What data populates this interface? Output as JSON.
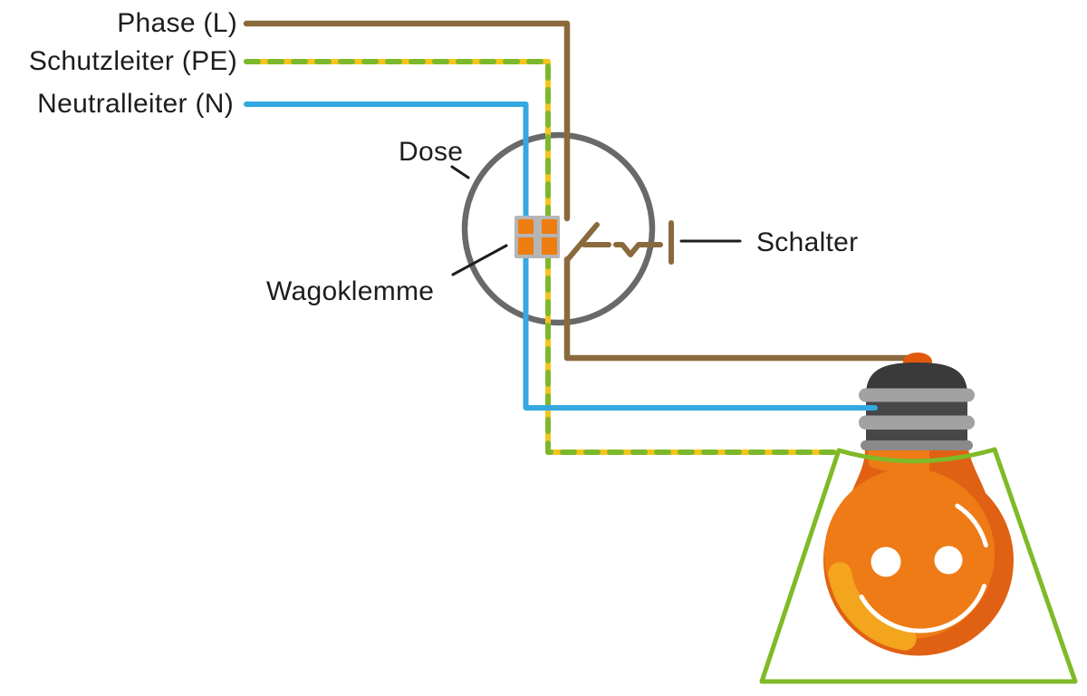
{
  "diagram": {
    "title_hint": "Wiring diagram of a lamp circuit with junction box and switch",
    "labels": {
      "phase": "Phase (L)",
      "pe": "Schutzleiter (PE)",
      "neutral": "Neutralleiter (N)",
      "box": "Dose",
      "clamp": "Wagoklemme",
      "switch": "Schalter"
    },
    "colors": {
      "label_black": "#1d1d1d",
      "phase_brown": "#8a6a3c",
      "pe_yellow": "#f5c51c",
      "pe_green": "#7cb82c",
      "neutral_blue": "#35a8e0",
      "box_gray": "#696969",
      "clamp_frame_gray": "#b5b5b5",
      "clamp_orange": "#ee7d10",
      "shade_green": "#7fba27",
      "bulb_orange": "#ee7b16",
      "bulb_dark_orange": "#e06113",
      "bulb_light_orange": "#f3a51d",
      "bulb_tip_orange": "#e2590e",
      "socket_dome_dark": "#3a3a3a",
      "socket_band_dark": "#474747",
      "socket_ring_light": "#a2a2a2",
      "socket_collar_gray": "#8a8a8a",
      "face_white": "#ffffff"
    }
  }
}
